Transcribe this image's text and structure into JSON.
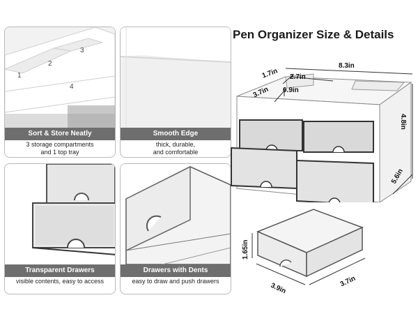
{
  "title": "Pen Organizer Size & Details",
  "panels": [
    {
      "heading": "Sort & Store Neatly",
      "desc": [
        "3 storage compartments",
        "and 1 top tray"
      ],
      "numbers": [
        "1",
        "2",
        "3",
        "4"
      ]
    },
    {
      "heading": "Smooth Edge",
      "desc": [
        "thick, durable,",
        "and comfortable"
      ]
    },
    {
      "heading": "Transparent Drawers",
      "desc": [
        "visible contents, easy to access"
      ]
    },
    {
      "heading": "Drawers with Dents",
      "desc": [
        "easy to draw and push drawers"
      ]
    }
  ],
  "dimensions": {
    "width": "8.3in",
    "height": "4.8in",
    "depth": "5.6in",
    "small_compartment": "1.7in",
    "compartment_width": "2.7in",
    "top_depth": "3.7in",
    "compartment_height": "0.9in",
    "tray_height": "1.65in",
    "tray_width": "3.9in",
    "tray_depth": "3.7in"
  },
  "colors": {
    "caption_bar": "#6e6e6e",
    "panel_border": "#b9b9b9",
    "drawer_fill": "#dcdcdc"
  }
}
